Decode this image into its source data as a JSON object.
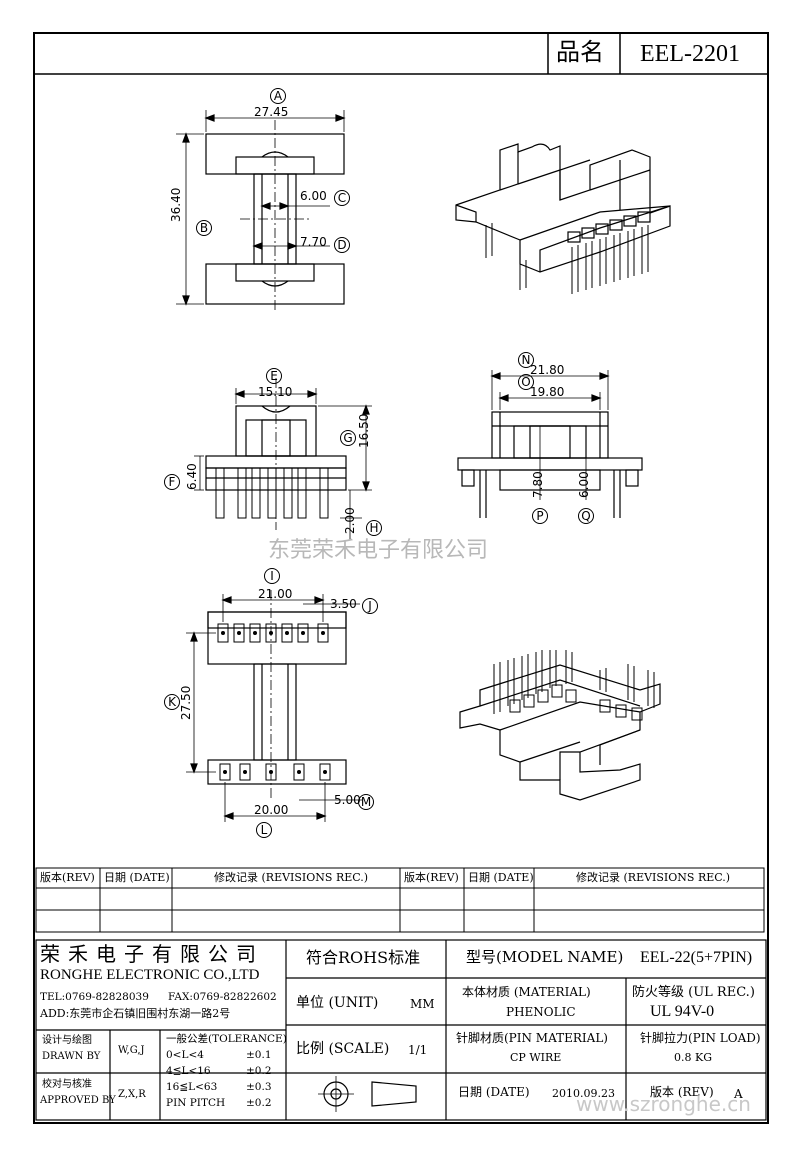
{
  "header": {
    "pin_label": "品名",
    "part_number": "EEL-2201"
  },
  "dimensions": {
    "A": "27.45",
    "B": "36.40",
    "C": "6.00",
    "D": "7.70",
    "E": "15.10",
    "F": "6.40",
    "G": "16.50",
    "H": "2.00",
    "N": "21.80",
    "O": "19.80",
    "P": "7.80",
    "Q": "6.00",
    "I": "21.00",
    "J": "3.50",
    "K": "27.50",
    "L": "20.00",
    "M": "5.00"
  },
  "circle_labels": [
    "A",
    "B",
    "C",
    "D",
    "E",
    "F",
    "G",
    "H",
    "N",
    "O",
    "P",
    "Q",
    "I",
    "J",
    "K",
    "L",
    "M"
  ],
  "watermark": "东莞荣禾电子有限公司",
  "watermark_url": "www.szronghe.cn",
  "revisions": {
    "headers": [
      "版本(REV)",
      "日期 (DATE)",
      "修改记录 (REVISIONS REC.)",
      "版本(REV)",
      "日期 (DATE)",
      "修改记录 (REVISIONS REC.)"
    ]
  },
  "company": {
    "name_cn": "荣禾电子有限公司",
    "name_en": "RONGHE ELECTRONIC CO.,LTD",
    "tel": "TEL:0769-82828039",
    "fax": "FAX:0769-82822602",
    "address": "ADD:东莞市企石镇旧围村东湖一路2号"
  },
  "title_block": {
    "rohs": "符合ROHS标准",
    "model_label": "型号(MODEL NAME)",
    "model_value": "EEL-22(5+7PIN)",
    "unit_label": "单位 (UNIT)",
    "unit_value": "MM",
    "material_label": "本体材质 (MATERIAL)",
    "material_value": "PHENOLIC",
    "fire_label": "防火等级 (UL REC.)",
    "fire_value": "UL 94V-0",
    "scale_label": "比例 (SCALE)",
    "scale_value": "1/1",
    "pin_material_label": "针脚材质(PIN MATERIAL)",
    "pin_material_value": "CP WIRE",
    "pin_load_label": "针脚拉力(PIN LOAD)",
    "pin_load_value": "0.8 KG",
    "designed_label_cn": "设计与绘图",
    "designed_label_en": "DRAWN BY",
    "designed_value": "W,G,J",
    "approved_label_cn": "校对与核准",
    "approved_label_en": "APPROVED BY",
    "approved_value": "Z,X,R",
    "tolerance_title": "一般公差(TOLERANCE)",
    "tolerances": [
      {
        "range": "0<L<4",
        "value": "±0.1"
      },
      {
        "range": "4≦L<16",
        "value": "±0.2"
      },
      {
        "range": "16≦L<63",
        "value": "±0.3"
      },
      {
        "range": "PIN PITCH",
        "value": "±0.2"
      }
    ],
    "date_label": "日期 (DATE)",
    "date_value": "2010.09.23",
    "rev_label": "版本 (REV)",
    "rev_value": "A"
  }
}
